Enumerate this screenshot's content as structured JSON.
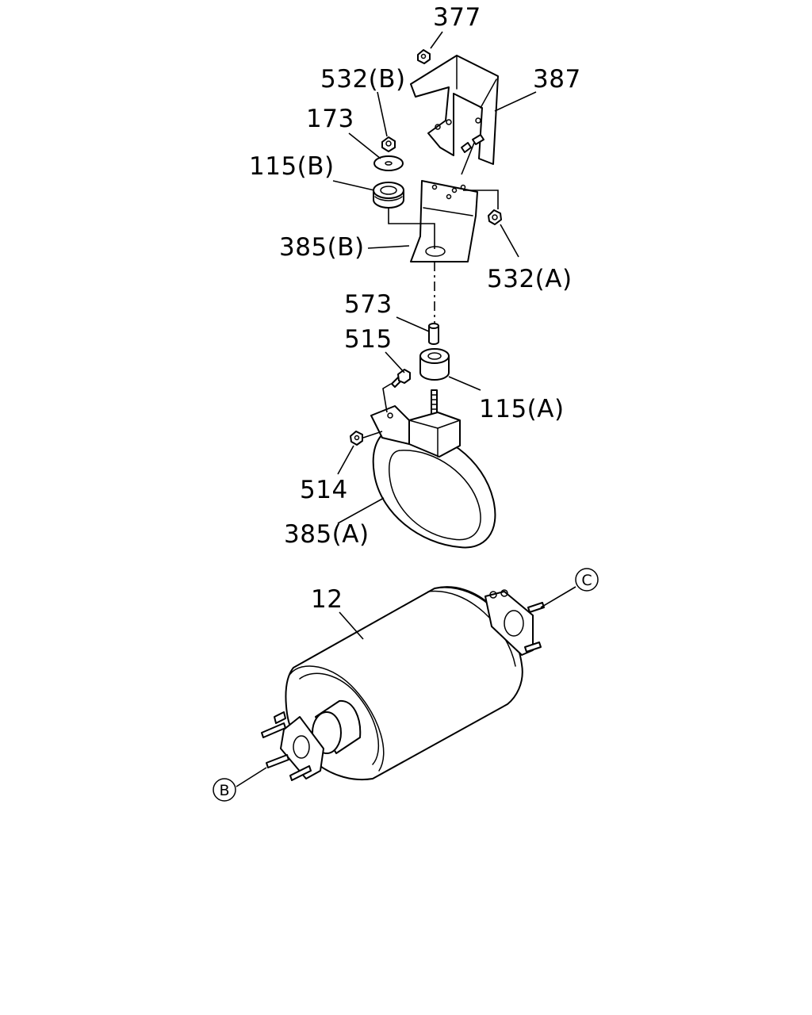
{
  "labels": {
    "p377": "377",
    "p387": "387",
    "p532b": "532(B)",
    "p173": "173",
    "p115b": "115(B)",
    "p385b": "385(B)",
    "p532a": "532(A)",
    "p573": "573",
    "p515": "515",
    "p115a": "115(A)",
    "p514": "514",
    "p385a": "385(A)",
    "p12": "12"
  },
  "refs": {
    "b": "B",
    "c": "C"
  }
}
